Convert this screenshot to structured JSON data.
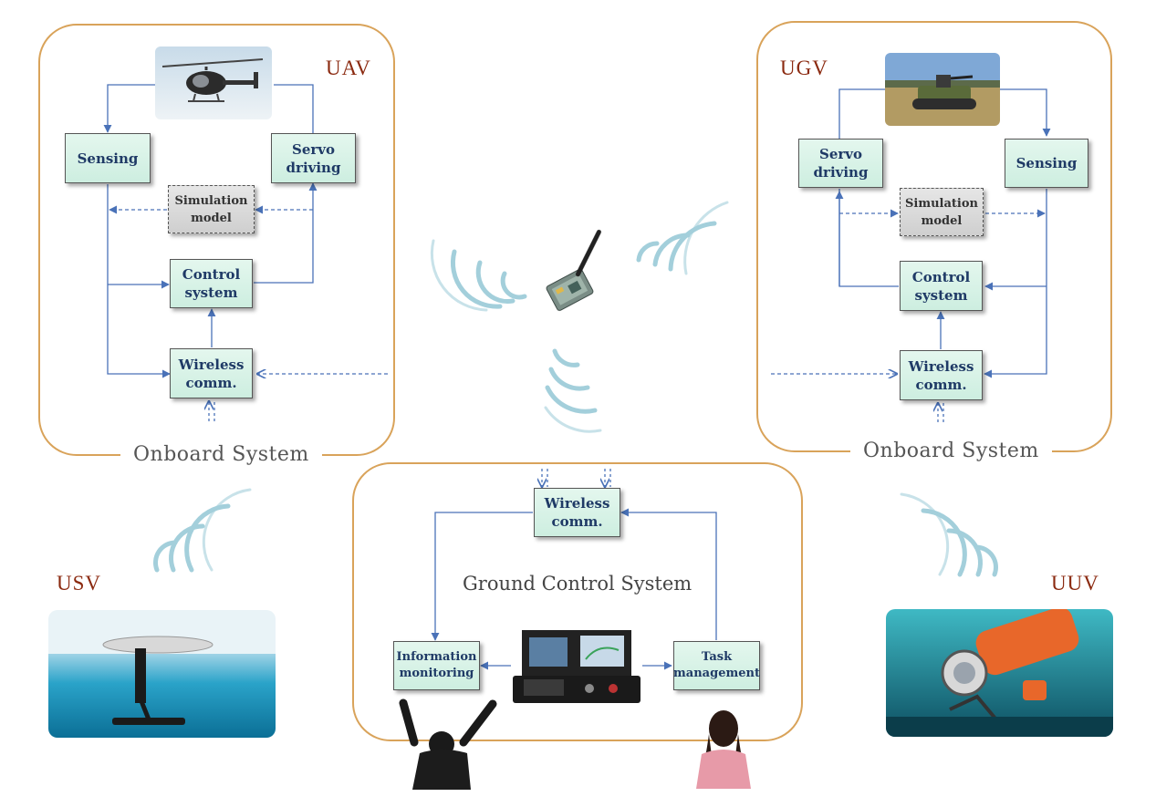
{
  "uav_panel": {
    "vehicle_label": "UAV",
    "caption": "Onboard System",
    "sensing": "Sensing",
    "servo_l1": "Servo",
    "servo_l2": "driving",
    "sim_l1": "Simulation",
    "sim_l2": "model",
    "control_l1": "Control",
    "control_l2": "system",
    "wireless_l1": "Wireless",
    "wireless_l2": "comm."
  },
  "ugv_panel": {
    "vehicle_label": "UGV",
    "caption": "Onboard System",
    "sensing": "Sensing",
    "servo_l1": "Servo",
    "servo_l2": "driving",
    "sim_l1": "Simulation",
    "sim_l2": "model",
    "control_l1": "Control",
    "control_l2": "system",
    "wireless_l1": "Wireless",
    "wireless_l2": "comm."
  },
  "ground_panel": {
    "title": "Ground Control System",
    "wireless_l1": "Wireless",
    "wireless_l2": "comm.",
    "info_l1": "Information",
    "info_l2": "monitoring",
    "task_l1": "Task",
    "task_l2": "management"
  },
  "usv_label": "USV",
  "uuv_label": "UUV",
  "colors": {
    "panel_border": "#d9a35a",
    "vehicle_label": "#8b2a10",
    "box_fill": "#d6f2e6",
    "box_text": "#1f3a66",
    "arrow": "#4a72b8",
    "signal": "#7fb8c9"
  }
}
